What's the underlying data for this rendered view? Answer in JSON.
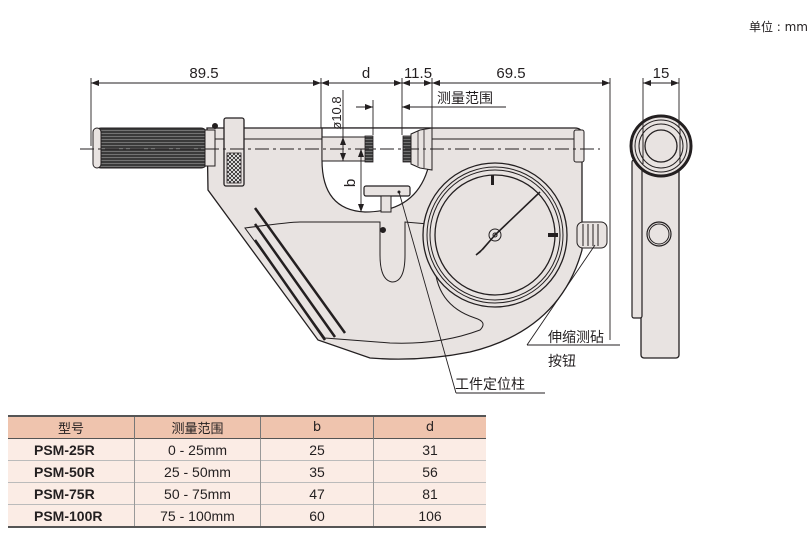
{
  "unit": "单位 : mm",
  "dimensions": {
    "overall_left": "89.5",
    "d": "d",
    "anvil_gap": "11.5",
    "right_body": "69.5",
    "side_width": "15",
    "spindle_diameter": "ø10.8",
    "b": "b"
  },
  "callouts": {
    "measuring_range": "测量范围",
    "retract_button_line1": "伸缩测砧",
    "retract_button_line2": "按钮",
    "workpiece_stop": "工件定位柱"
  },
  "colors": {
    "body_fill": "#e8e3e1",
    "outline": "#231f20",
    "table_header": "#efc4ae",
    "table_row": "#fbece5"
  },
  "table": {
    "headers": [
      "型号",
      "测量范围",
      "b",
      "d"
    ],
    "rows": [
      {
        "model": "PSM-25R",
        "range": "0 - 25mm",
        "b": "25",
        "d": "31"
      },
      {
        "model": "PSM-50R",
        "range": "25 - 50mm",
        "b": "35",
        "d": "56"
      },
      {
        "model": "PSM-75R",
        "range": "50 - 75mm",
        "b": "47",
        "d": "81"
      },
      {
        "model": "PSM-100R",
        "range": "75 - 100mm",
        "b": "60",
        "d": "106"
      }
    ]
  }
}
